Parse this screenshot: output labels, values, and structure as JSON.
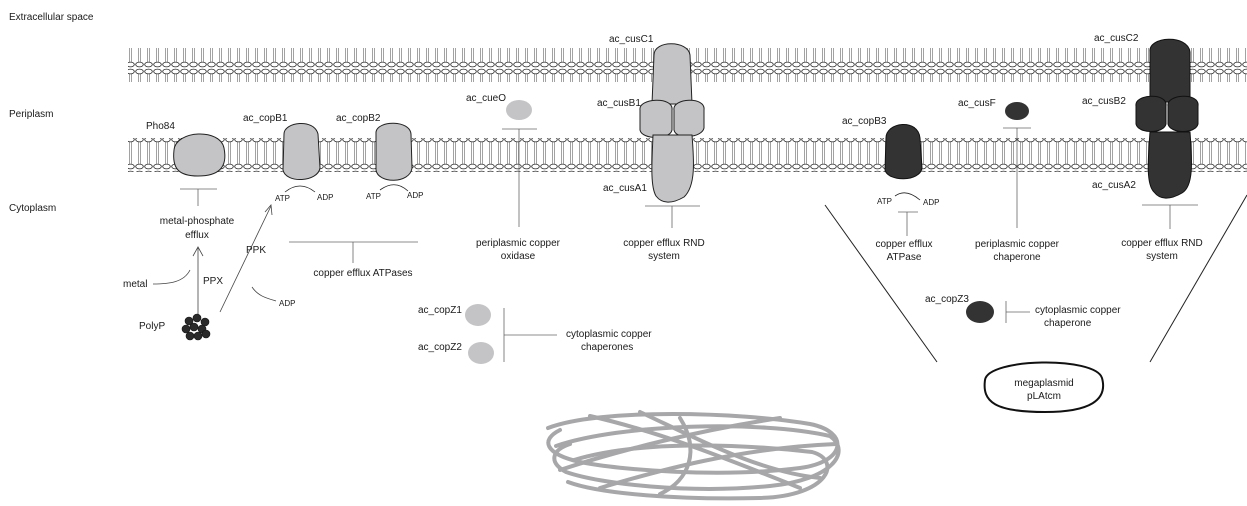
{
  "regions": {
    "extracellular": "Extracellular space",
    "periplasm": "Periplasm",
    "cytoplasm": "Cytoplasm"
  },
  "proteins": {
    "pho84": "Pho84",
    "copB1": "ac_copB1",
    "copB2": "ac_copB2",
    "cueO": "ac_cueO",
    "cusC1": "ac_cusC1",
    "cusB1": "ac_cusB1",
    "cusA1": "ac_cusA1",
    "copB3": "ac_copB3",
    "cusF": "ac_cusF",
    "cusC2": "ac_cusC2",
    "cusB2": "ac_cusB2",
    "cusA2": "ac_cusA2",
    "copZ1": "ac_copZ1",
    "copZ2": "ac_copZ2",
    "copZ3": "ac_copZ3"
  },
  "atp": "ATP",
  "adp": "ADP",
  "functions": {
    "metal_phosphate_1": "metal-phosphate",
    "metal_phosphate_2": "efflux",
    "copper_efflux_atpases": "copper efflux ATPases",
    "periplasmic_copper_oxidase_1": "periplasmic copper",
    "periplasmic_copper_oxidase_2": "oxidase",
    "copper_efflux_rnd_1": "copper efflux RND",
    "copper_efflux_rnd_2": "system",
    "copper_efflux_atpase_1": "copper efflux",
    "copper_efflux_atpase_2": "ATPase",
    "periplasmic_copper_chaperone_1": "periplasmic copper",
    "periplasmic_copper_chaperone_2": "chaperone",
    "copper_efflux_rnd_b_1": "copper efflux RND",
    "copper_efflux_rnd_b_2": "system",
    "cytoplasmic_chaperones_1": "cytoplasmic copper",
    "cytoplasmic_chaperones_2": "chaperones",
    "cytoplasmic_chaperone_1": "cytoplasmic copper",
    "cytoplasmic_chaperone_2": "chaperone"
  },
  "polyp": {
    "metal": "metal",
    "ppx": "PPX",
    "ppk": "PPK",
    "adp": "ADP",
    "polyp": "PolyP"
  },
  "megaplasmid": {
    "line1": "megaplasmid",
    "line2": "pLAtcm"
  },
  "colors": {
    "light_protein": "#c4c4c6",
    "dark_protein": "#333333",
    "chromosome": "#a7a7aa",
    "membrane_line": "#222222"
  }
}
